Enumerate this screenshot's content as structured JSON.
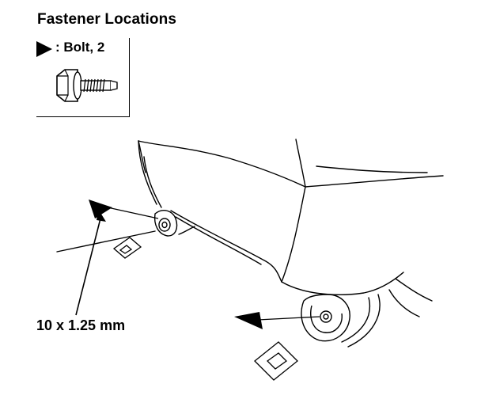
{
  "title": "Fastener Locations",
  "legend": {
    "label": ": Bolt, 2",
    "marker_icon": "triangle-arrow-icon",
    "part_icon": "flange-bolt-icon"
  },
  "callouts": {
    "bolt_size": "10 x 1.25 mm"
  },
  "colors": {
    "ink": "#000000",
    "background": "#ffffff"
  }
}
